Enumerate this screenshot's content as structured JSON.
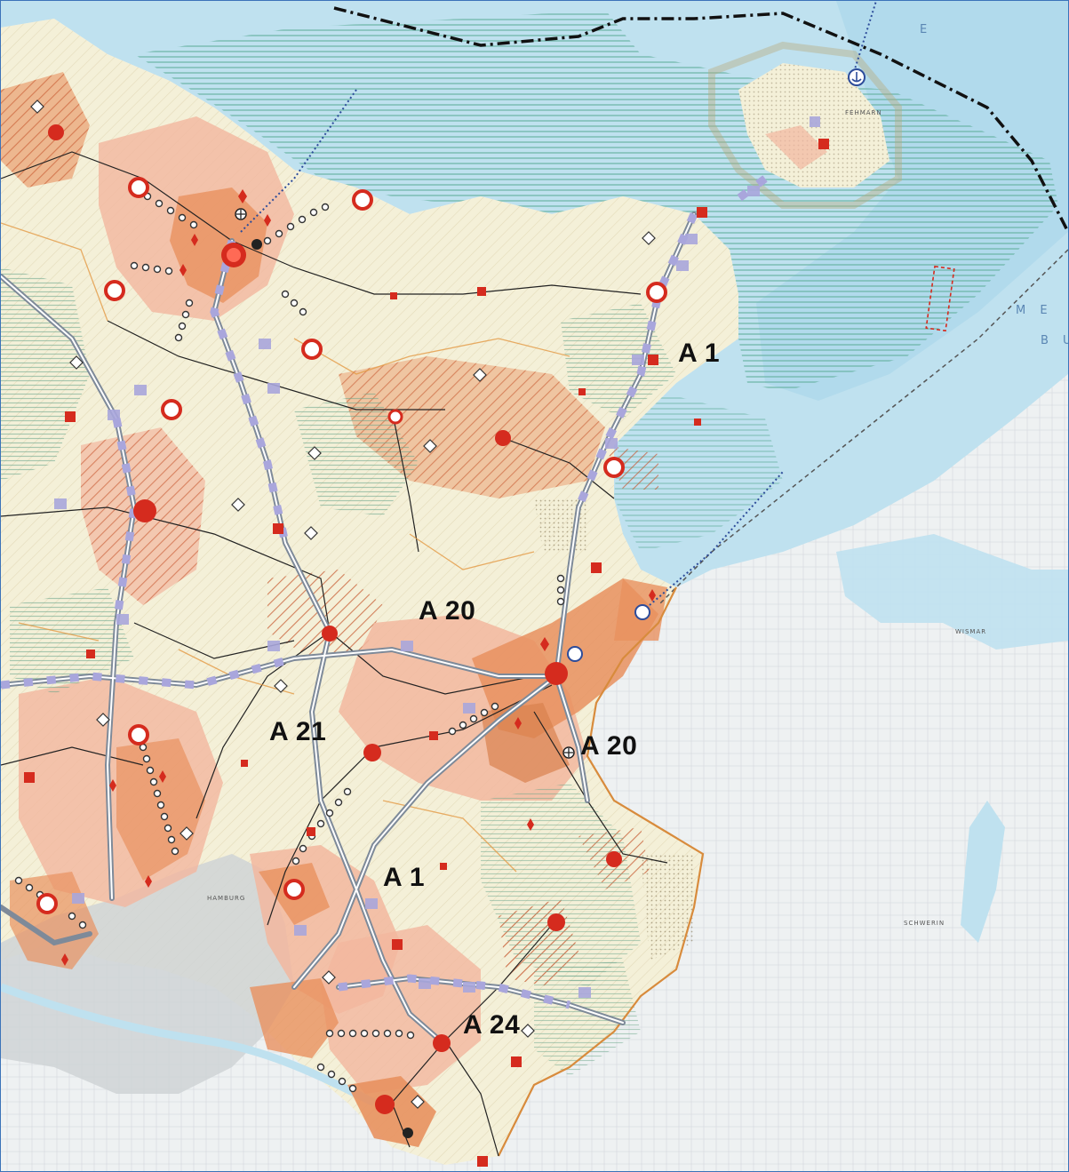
{
  "map": {
    "motorway_labels": [
      {
        "id": "a1-north",
        "text": "A 1"
      },
      {
        "id": "a20-center",
        "text": "A 20"
      },
      {
        "id": "a21",
        "text": "A 21"
      },
      {
        "id": "a20-east",
        "text": "A 20"
      },
      {
        "id": "a1-south",
        "text": "A 1"
      },
      {
        "id": "a24",
        "text": "A 24"
      }
    ],
    "place_labels": {
      "fehmarn": "FEHMARN",
      "hamburg": "HAMBURG",
      "schwerin": "SCHWERIN",
      "wismar": "WISMAR"
    },
    "sea_letters": {
      "me": "M E",
      "bu": "B U",
      "e": "E"
    },
    "colors": {
      "sea": "#bfe1ef",
      "deep_sea": "#a8d5ea",
      "sea_hatch": "#5fae9a",
      "land": "#f4f0d8",
      "outside_land": "#eef1f2",
      "urban_pink": "#f2b79f",
      "urban_orange": "#e8915f",
      "hatch_red": "#c8562e",
      "motorway": "#7e8a99",
      "border": "#111111",
      "purple_marker": "#a9a6dc",
      "red_marker": "#d52b1e",
      "frame": "#3b73b9"
    }
  }
}
